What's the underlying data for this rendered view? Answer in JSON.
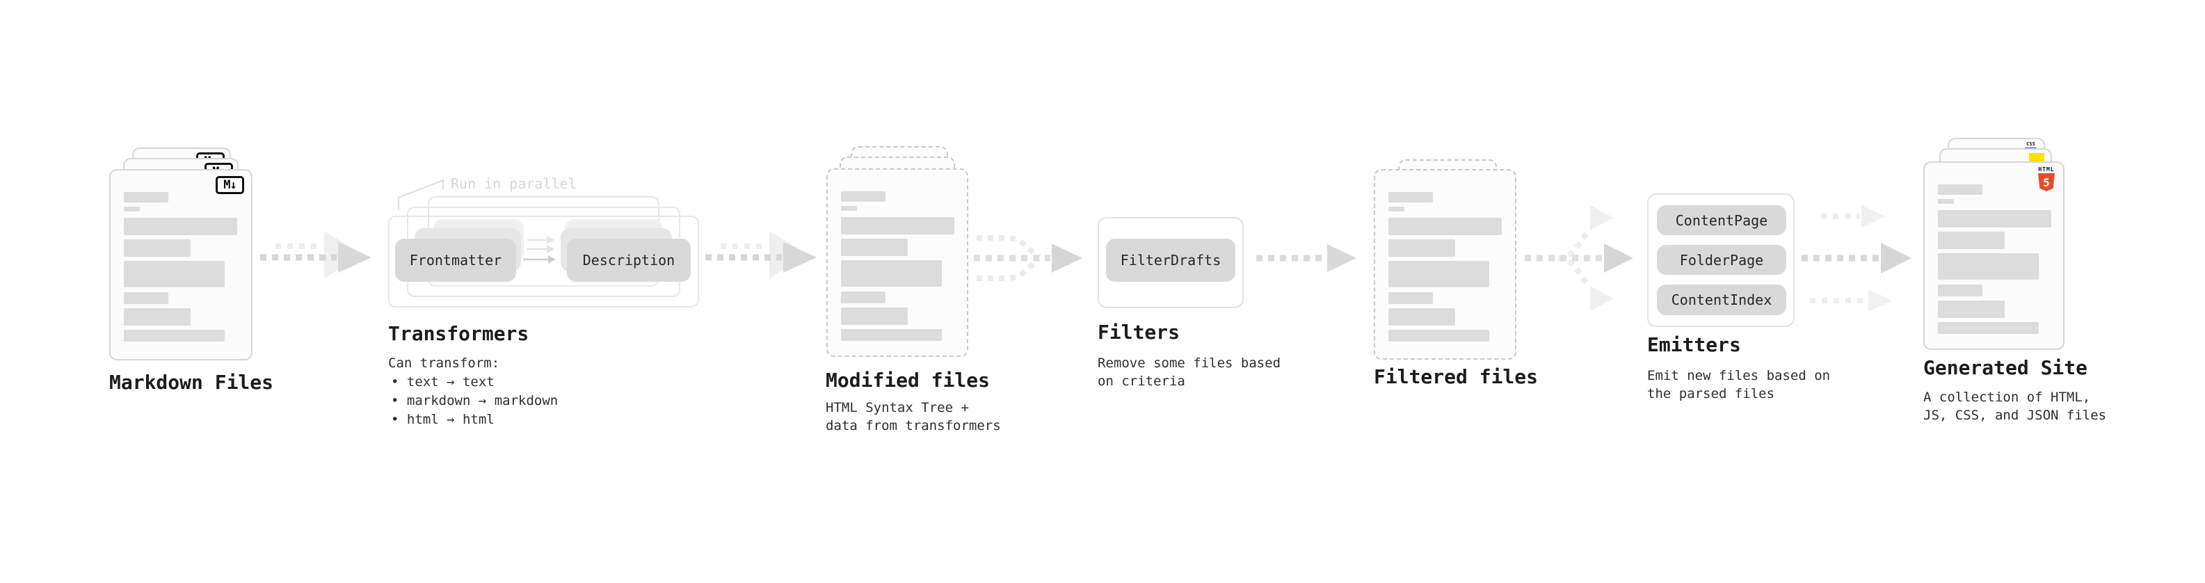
{
  "colors": {
    "html_badge": "#e44d26",
    "css_badge": "#2b5ce0",
    "js_badge": "#ffdf00"
  },
  "stages": {
    "markdown": {
      "title": "Markdown Files",
      "file_badge": "M↓"
    },
    "transformers": {
      "callout": "Run in parallel",
      "pill_left": "Frontmatter",
      "pill_right": "Description",
      "title": "Transformers",
      "subtitle": "Can transform:",
      "bullets": [
        "• text → text",
        "• markdown → markdown",
        "• html → html"
      ]
    },
    "modified": {
      "title": "Modified files",
      "desc": [
        "HTML Syntax Tree +",
        "data from transformers"
      ]
    },
    "filters": {
      "title": "Filters",
      "pill": "FilterDrafts",
      "desc": [
        "Remove some files based",
        "on criteria"
      ]
    },
    "filtered": {
      "title": "Filtered files"
    },
    "emitters": {
      "title": "Emitters",
      "pills": [
        "ContentPage",
        "FolderPage",
        "ContentIndex"
      ],
      "desc": [
        "Emit new files based on",
        "the parsed files"
      ]
    },
    "generated": {
      "title": "Generated Site",
      "desc": [
        "A collection of HTML,",
        "JS, CSS, and JSON files"
      ],
      "badges": {
        "css": "CSS",
        "html": "HTML",
        "html_version": "5"
      }
    }
  }
}
